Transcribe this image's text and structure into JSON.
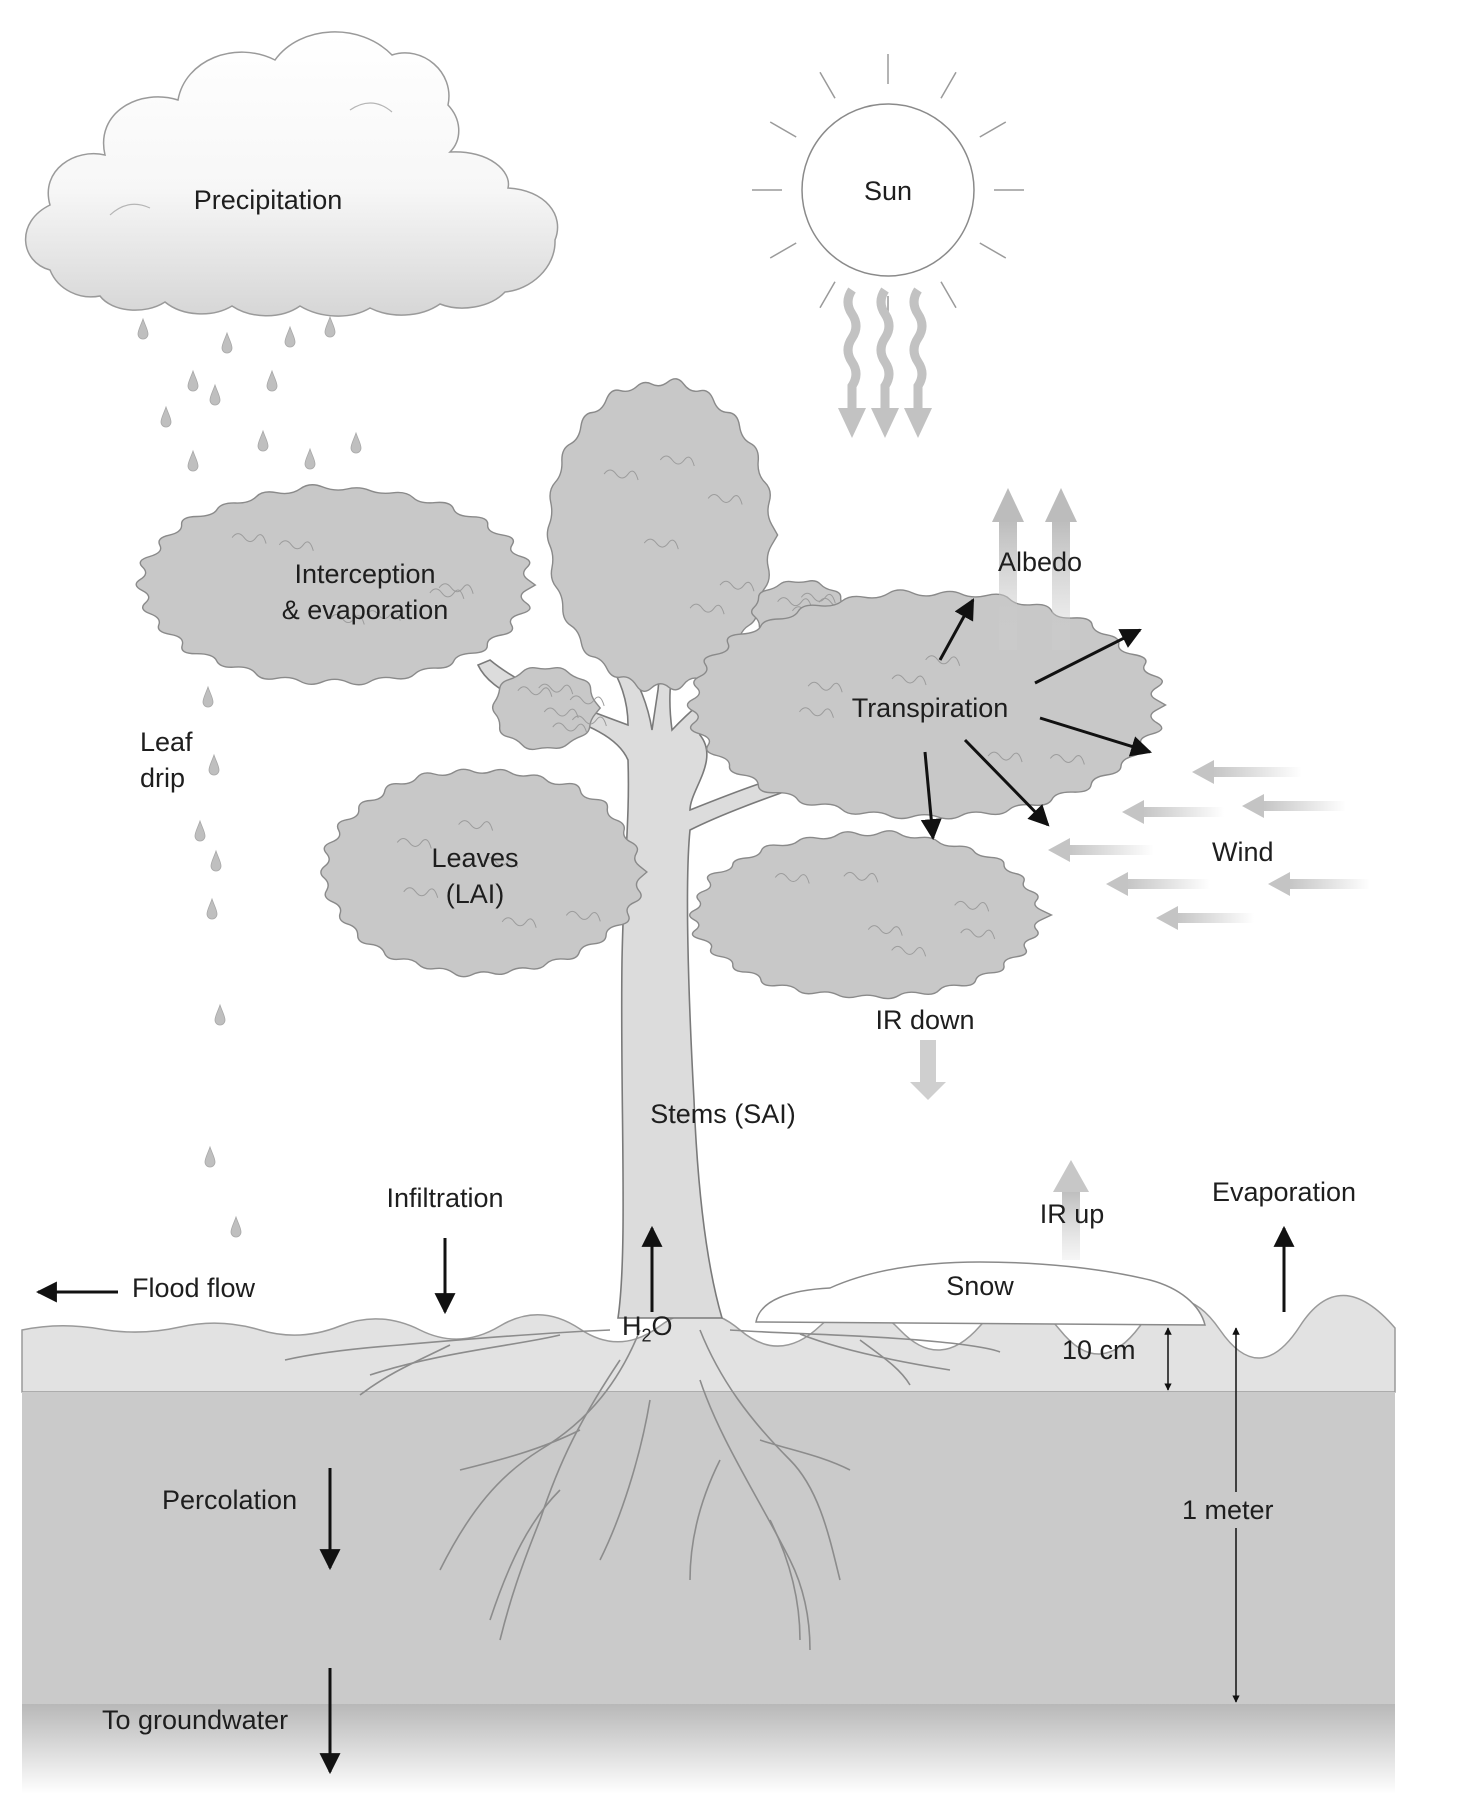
{
  "labels": {
    "precipitation": "Precipitation",
    "sun": "Sun",
    "interception": "Interception\n& evaporation",
    "leaf_drip": "Leaf\ndrip",
    "leaves": "Leaves\n(LAI)",
    "albedo": "Albedo",
    "transpiration": "Transpiration",
    "wind": "Wind",
    "ir_down": "IR down",
    "stems": "Stems (SAI)",
    "infiltration": "Infiltration",
    "ir_up": "IR up",
    "evaporation": "Evaporation",
    "flood_flow": "Flood flow",
    "snow": "Snow",
    "h2o_main": "H",
    "h2o_sub": "2",
    "h2o_end": "O",
    "ten_cm": "10 cm",
    "percolation": "Percolation",
    "one_meter": "1 meter",
    "to_groundwater": "To groundwater"
  },
  "colors": {
    "foliage": "#c8c8c8",
    "foliage_stroke": "#8a8a8a",
    "trunk": "#dadada",
    "soil_top": "#e0e0e0",
    "soil_deep": "#c9c9c9",
    "arrow_dark": "#111111",
    "arrow_light": "#bdbdbd",
    "raindrop": "#bfbfbf"
  }
}
